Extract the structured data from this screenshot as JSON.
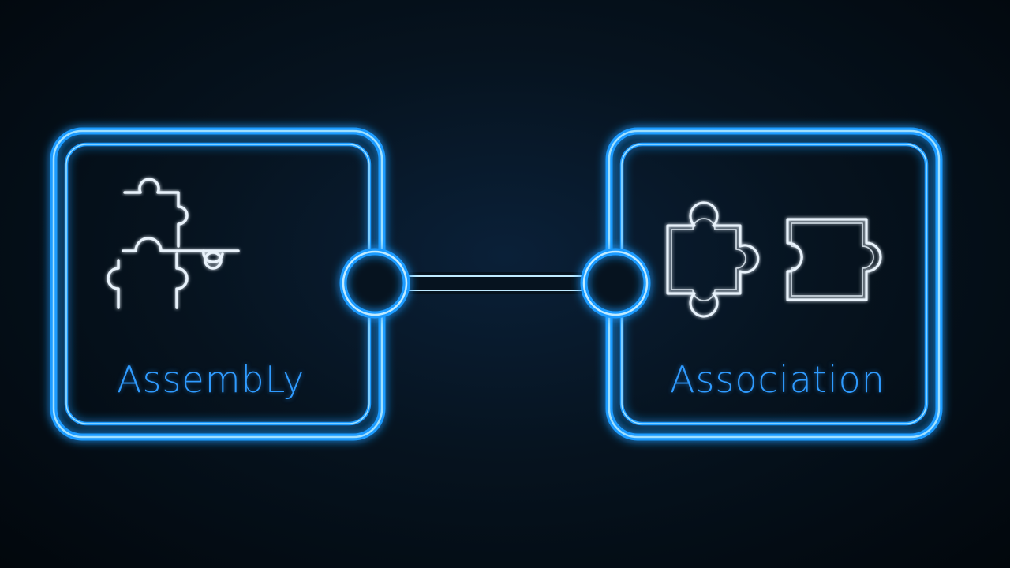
{
  "nodes": [
    {
      "id": "assembly",
      "label": "AssembLy",
      "icon": "scattered-puzzle-pieces-icon"
    },
    {
      "id": "association",
      "label": "Association",
      "icon": "two-puzzle-pieces-icon"
    }
  ],
  "colors": {
    "glow": "#1e9bff",
    "glow_core": "#bfeaff",
    "label": "#2f9bff",
    "icon_stroke": "#e8f2fb",
    "background": "#06131f"
  }
}
